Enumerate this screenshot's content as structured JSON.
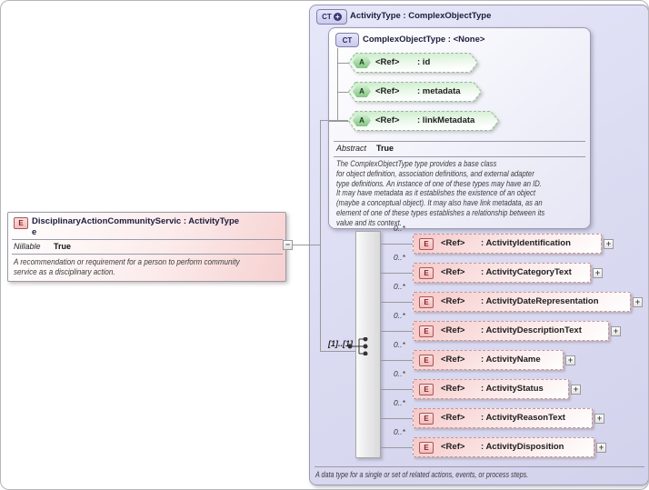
{
  "colors": {
    "canvas_bg": "#ffffff",
    "container_border": "#9a9ab2",
    "badge_ct_text": "#2a2a6a",
    "badge_e_border": "#a85858",
    "badge_e_text": "#8c2020",
    "connector": "#999999",
    "title_text": "#1c1c3c",
    "annotation_text": "#3c3c3c",
    "attribute_green": "#c9ecc9",
    "element_pink": "#f6c8c8"
  },
  "symbols": {
    "collapse": "−",
    "expand": "+"
  },
  "root_element": {
    "badge": "E",
    "title_line1": "DisciplinaryActionCommunityServic : ActivityType",
    "title_line2": "e",
    "facet_label": "Nillable",
    "facet_value": "True",
    "annotation": "A recommendation or requirement for a person to perform community\nservice as a disciplinary action."
  },
  "type_container": {
    "badge": "CT",
    "title": "ActivityType : ComplexObjectType",
    "annotation": "A data type for a single or set of related actions, events, or process steps.",
    "base_type": {
      "badge": "CT",
      "title": "ComplexObjectType : <None>",
      "facet_label": "Abstract",
      "facet_value": "True",
      "annotation": "The ComplexObjectType type provides a base class\nfor object definition, association definitions, and external adapter\ntype definitions. An instance of one of these types may have an ID.\nIt may have metadata as it establishes the existence of an object\n(maybe a conceptual object). It may also have link metadata, as an\nelement of one of these types establishes a relationship between its\nvalue and its context.",
      "attributes": [
        {
          "badge": "A",
          "ref": "<Ref>",
          "name": ": id"
        },
        {
          "badge": "A",
          "ref": "<Ref>",
          "name": ": metadata"
        },
        {
          "badge": "A",
          "ref": "<Ref>",
          "name": ": linkMetadata"
        }
      ]
    },
    "sequence": {
      "cardinality": "[1]..[1]",
      "elements": [
        {
          "badge": "E",
          "ref": "<Ref>",
          "name": ": ActivityIdentification",
          "occurs": "0..*"
        },
        {
          "badge": "E",
          "ref": "<Ref>",
          "name": ": ActivityCategoryText",
          "occurs": "0..*"
        },
        {
          "badge": "E",
          "ref": "<Ref>",
          "name": ": ActivityDateRepresentation",
          "occurs": "0..*"
        },
        {
          "badge": "E",
          "ref": "<Ref>",
          "name": ": ActivityDescriptionText",
          "occurs": "0..*"
        },
        {
          "badge": "E",
          "ref": "<Ref>",
          "name": ": ActivityName",
          "occurs": "0..*"
        },
        {
          "badge": "E",
          "ref": "<Ref>",
          "name": ": ActivityStatus",
          "occurs": "0..*"
        },
        {
          "badge": "E",
          "ref": "<Ref>",
          "name": ": ActivityReasonText",
          "occurs": "0..*"
        },
        {
          "badge": "E",
          "ref": "<Ref>",
          "name": ": ActivityDisposition",
          "occurs": "0..*"
        }
      ]
    }
  }
}
